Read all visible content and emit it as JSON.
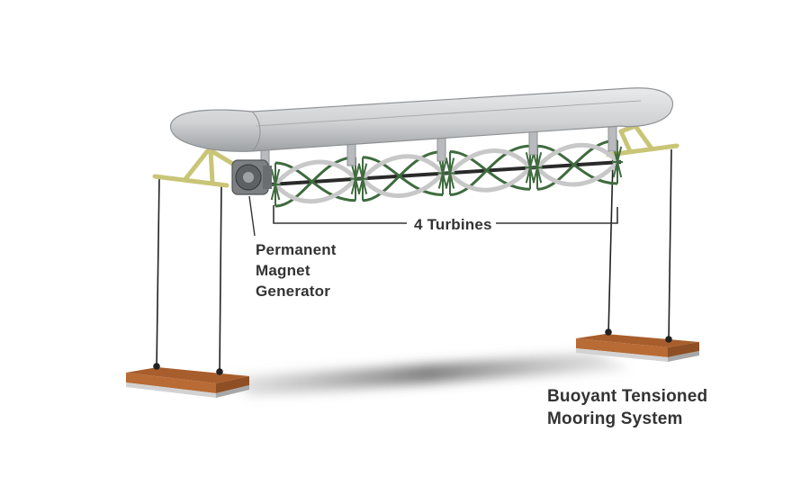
{
  "labels": {
    "turbines": "4 Turbines",
    "generator": [
      "Permanent",
      "Magnet",
      "Generator"
    ],
    "mooring": [
      "Buoyant Tensioned",
      "Mooring System"
    ]
  },
  "colors": {
    "pontoon": "#cfd1d3",
    "frame": "#d7d38a",
    "blade_green": "#3f6b3f",
    "anchor_wood": "#b86b35",
    "anchor_base": "#c9c9c9",
    "cable": "#222222",
    "shadow": "#6a6a6a",
    "text": "#333333"
  },
  "turbine_count": 4
}
